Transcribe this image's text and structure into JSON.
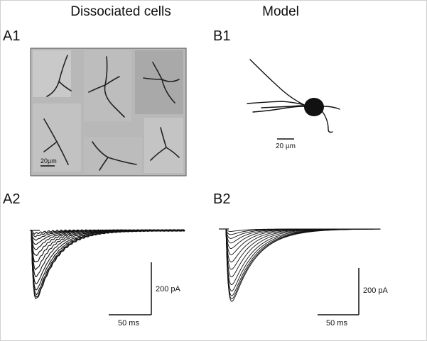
{
  "columns": {
    "left_title": "Dissociated cells",
    "right_title": "Model"
  },
  "panels": {
    "a1": "A1",
    "b1": "B1",
    "a2": "A2",
    "b2": "B2"
  },
  "scalebars": {
    "a1_micrograph": "20µm",
    "b1_model": "20 µm",
    "a2_current": "200 pA",
    "a2_time": "50 ms",
    "b2_current": "200 pA",
    "b2_time": "50 ms"
  },
  "colors": {
    "ink": "#111111",
    "micrograph_bg": "#b9b9b9",
    "frame": "#cfcfcf"
  },
  "trace_sets": {
    "a2_peak_fractions": [
      0.05,
      0.1,
      0.16,
      0.23,
      0.31,
      0.4,
      0.5,
      0.6,
      0.7,
      0.8,
      0.88,
      0.94,
      0.98,
      1.0
    ],
    "b2_peak_fractions": [
      0.04,
      0.09,
      0.15,
      0.22,
      0.3,
      0.39,
      0.49,
      0.59,
      0.69,
      0.79,
      0.87,
      0.93,
      0.97,
      1.0
    ]
  }
}
